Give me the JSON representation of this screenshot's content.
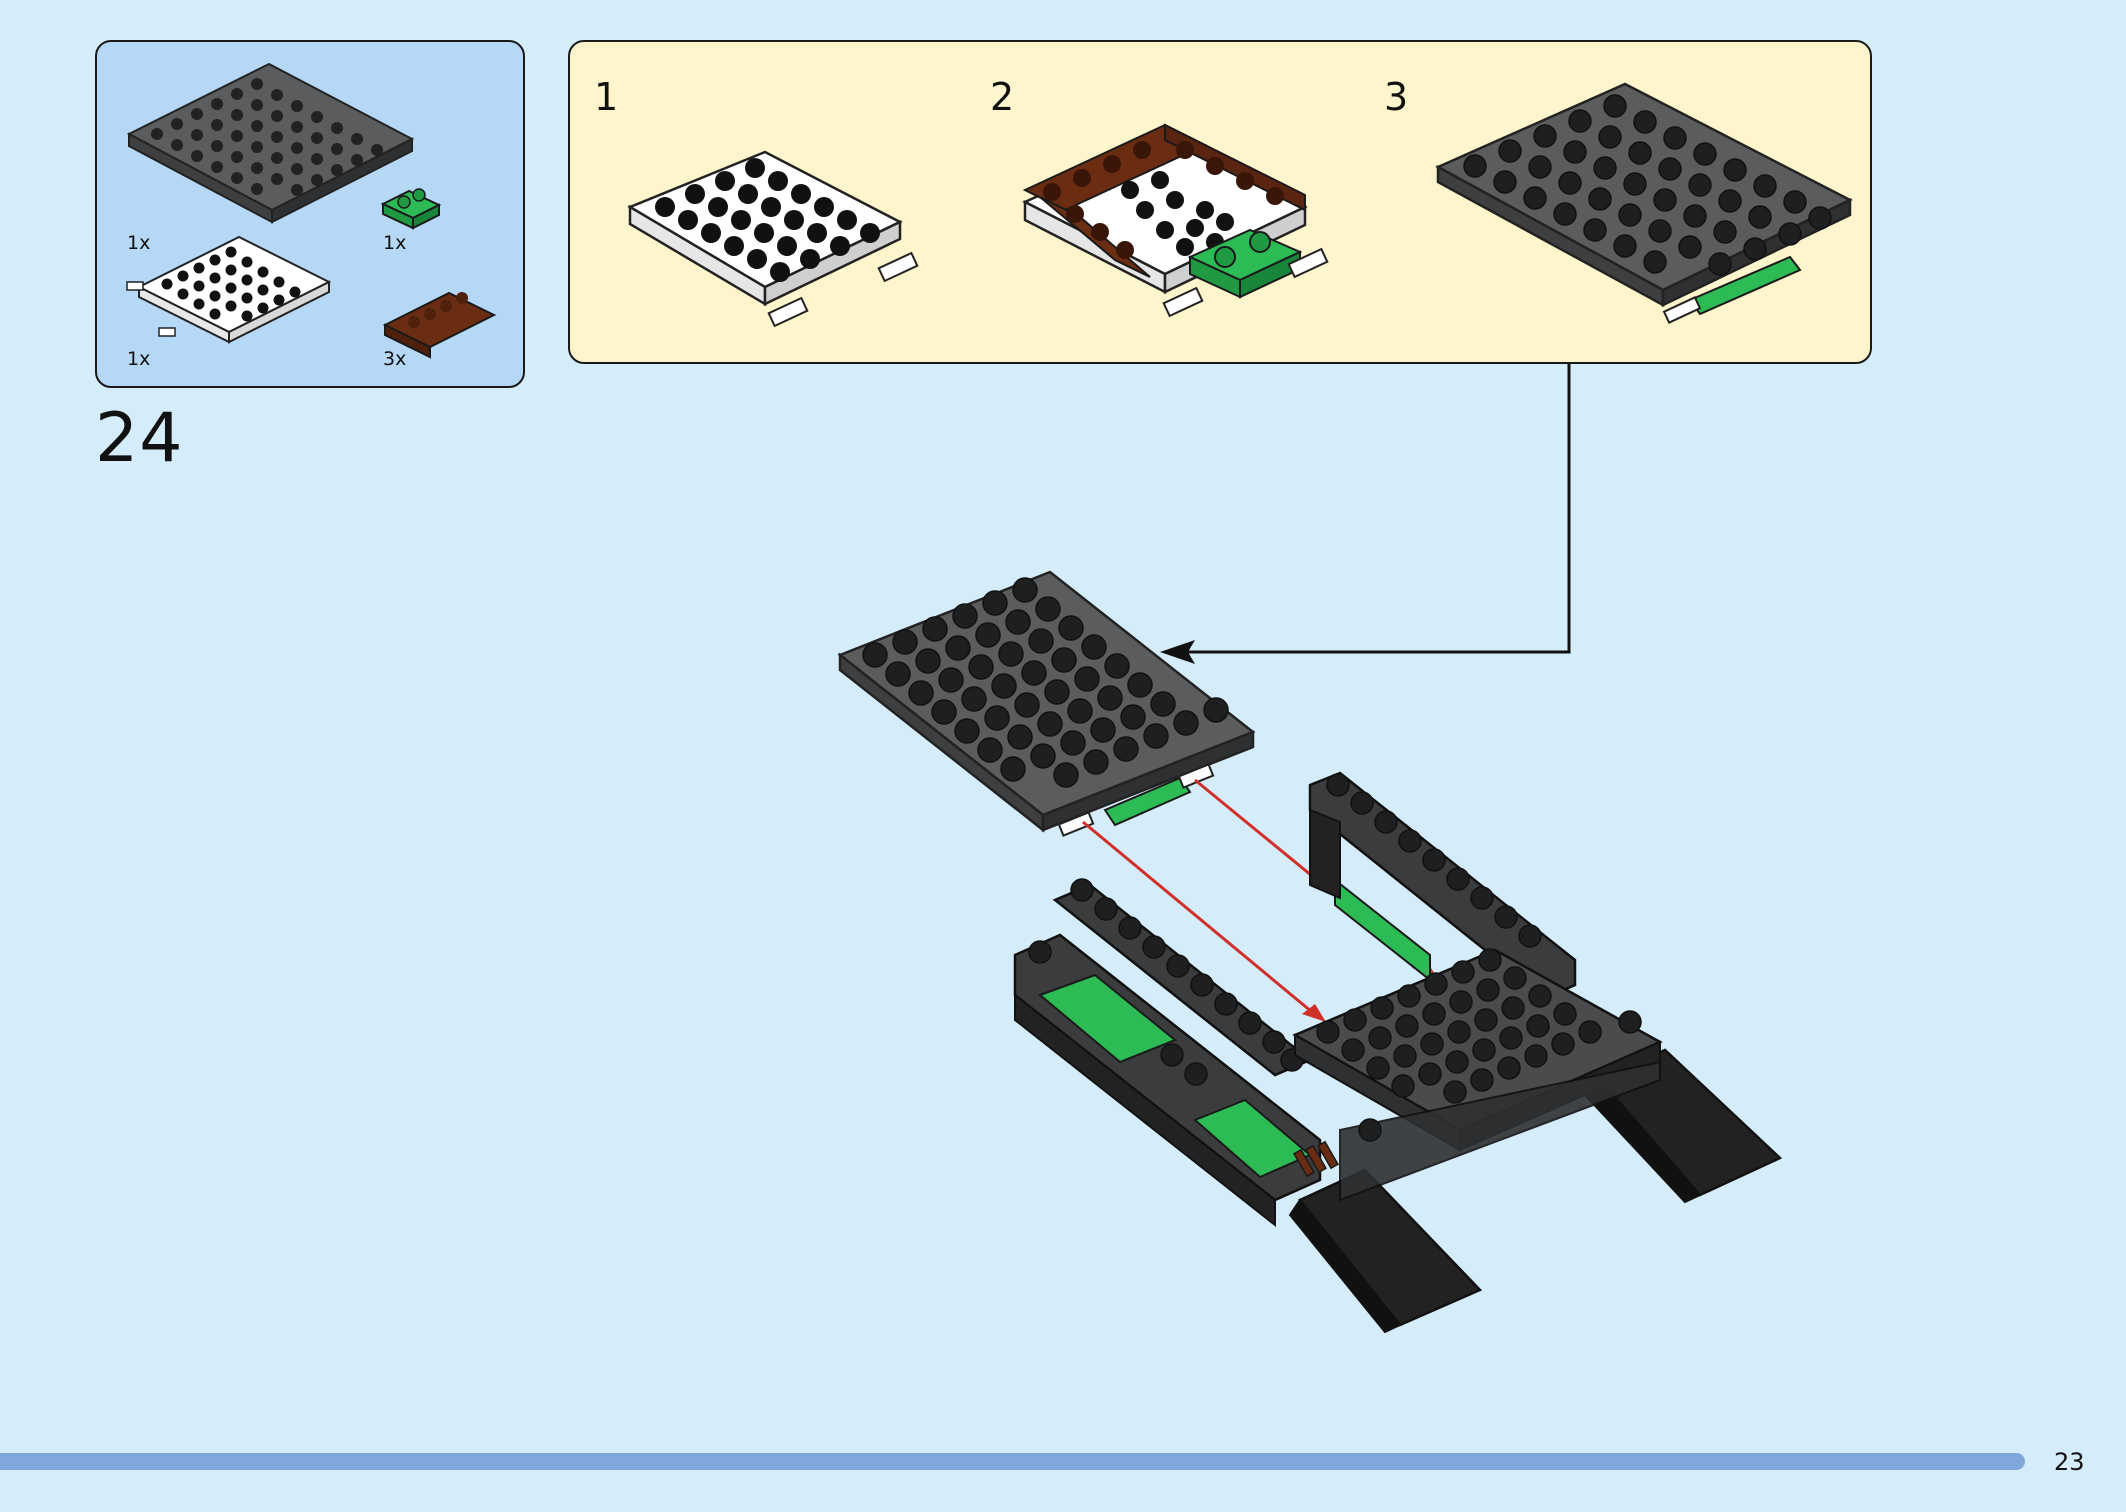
{
  "step": {
    "number": "24"
  },
  "parts_list": [
    {
      "part": "dark-gray-plate-6x8",
      "quantity": "1x",
      "color": "#5a5c5e"
    },
    {
      "part": "green-plate-1x2",
      "quantity": "1x",
      "color": "#2dbb55"
    },
    {
      "part": "white-plate-6x8-with-pins",
      "quantity": "1x",
      "color": "#ffffff"
    },
    {
      "part": "brown-plate-1x4",
      "quantity": "3x",
      "color": "#6b2d12"
    }
  ],
  "callout": {
    "substeps": [
      {
        "number": "1"
      },
      {
        "number": "2"
      },
      {
        "number": "3"
      }
    ]
  },
  "page": {
    "number": "23"
  },
  "colors": {
    "background": "#d5ecfb",
    "parts_box": "#b5d8f6",
    "callout_box": "#fff5cc",
    "footer_bar": "#7fa7dc",
    "arrow_red": "#d0302a"
  }
}
